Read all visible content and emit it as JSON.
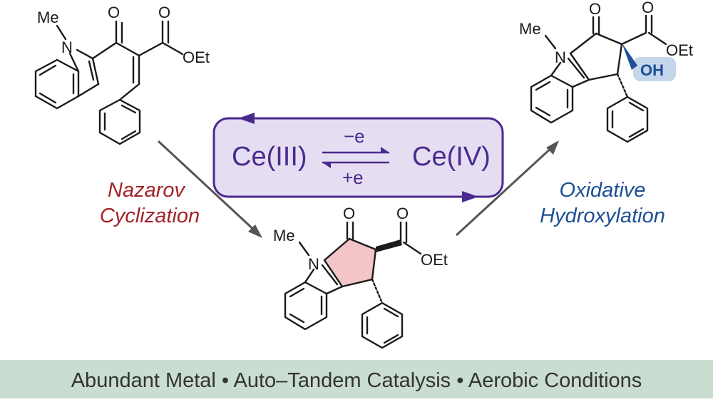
{
  "colors": {
    "cycle_fill": "#e5def2",
    "cycle_stroke": "#4a2a8e",
    "nazarov": "#a3232a",
    "oxidative": "#1d4f96",
    "highlight_oh": "#c5d5ea",
    "pink_ring": "#f3c5c8",
    "footer_bg": "#c9ddd0",
    "footer_text": "#333333",
    "arrow": "#555555"
  },
  "cycle": {
    "left_species": "Ce(III)",
    "right_species": "Ce(IV)",
    "top_label": "−e",
    "bottom_label": "+e"
  },
  "steps": {
    "nazarov_line1": "Nazarov",
    "nazarov_line2": "Cyclization",
    "oxidative_line1": "Oxidative",
    "oxidative_line2": "Hydroxylation"
  },
  "atoms": {
    "me": "Me",
    "n": "N",
    "o": "O",
    "oet": "OEt",
    "oh": "OH"
  },
  "footer": {
    "text": "Abundant Metal • Auto–Tandem Catalysis • Aerobic Conditions"
  }
}
